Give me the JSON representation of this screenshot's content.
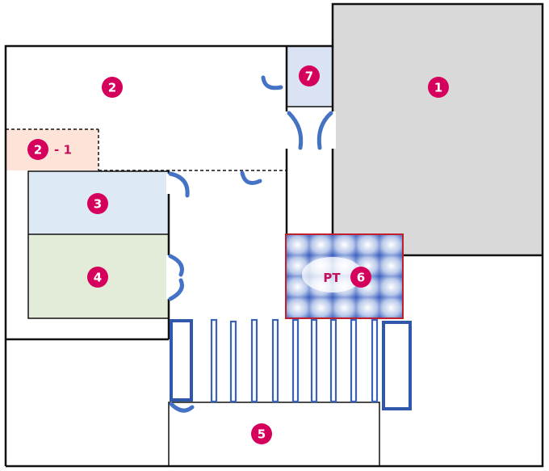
{
  "colors": {
    "badge": "#d5005c",
    "room1": "#d9d9d9",
    "room2_1": "#fde3d8",
    "room3": "#dde9f4",
    "room4": "#e3ecd9",
    "room7": "#dae3f3",
    "door": "#4472c4",
    "pt_border": "#c0202c",
    "pt_label": "#c0105a"
  },
  "rooms": {
    "r1": {
      "badge": "1"
    },
    "r2": {
      "badge": "2"
    },
    "r2_1": {
      "badge": "2",
      "suffix": "- 1"
    },
    "r3": {
      "badge": "3"
    },
    "r4": {
      "badge": "4"
    },
    "r5": {
      "badge": "5"
    },
    "r6": {
      "badge": "6",
      "label": "PT"
    },
    "r7": {
      "badge": "7"
    }
  },
  "icons": {
    "door": "door-swing-icon",
    "badge": "room-number-badge",
    "bars": "parallel-bars-icon",
    "mat": "exercise-mat-icon"
  }
}
